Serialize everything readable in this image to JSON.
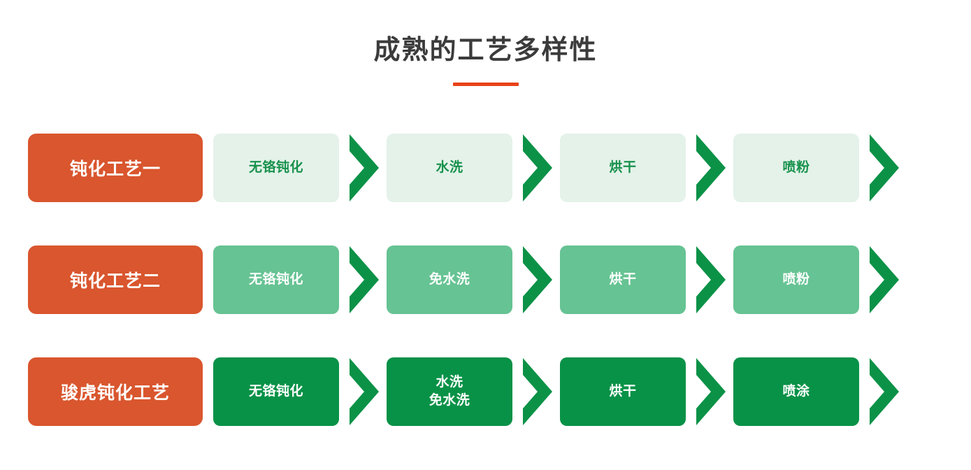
{
  "header": {
    "title": "成熟的工艺多样性",
    "accent_color": "#e8421a",
    "title_color": "#3b3b3b"
  },
  "colors": {
    "label_orange": "#d9562e",
    "chevron_green": "#0b9247",
    "row1_chip_bg": "#e4f2e9",
    "row1_chip_text": "#17914c",
    "row2_chip_bg": "#66c393",
    "row2_chip_text": "#ffffff",
    "row3_chip_bg": "#089247",
    "row3_chip_text": "#ffffff"
  },
  "flow": {
    "rows": [
      {
        "label": "钝化工艺一",
        "steps": [
          {
            "line1": "无铬钝化",
            "line2": ""
          },
          {
            "line1": "水洗",
            "line2": ""
          },
          {
            "line1": "烘干",
            "line2": ""
          },
          {
            "line1": "喷粉",
            "line2": ""
          }
        ]
      },
      {
        "label": "钝化工艺二",
        "steps": [
          {
            "line1": "无铬钝化",
            "line2": ""
          },
          {
            "line1": "免水洗",
            "line2": ""
          },
          {
            "line1": "烘干",
            "line2": ""
          },
          {
            "line1": "喷粉",
            "line2": ""
          }
        ]
      },
      {
        "label": "骏虎钝化工艺",
        "steps": [
          {
            "line1": "无铬钝化",
            "line2": ""
          },
          {
            "line1": "水洗",
            "line2": "免水洗"
          },
          {
            "line1": "烘干",
            "line2": ""
          },
          {
            "line1": "喷涂",
            "line2": ""
          }
        ]
      }
    ]
  }
}
